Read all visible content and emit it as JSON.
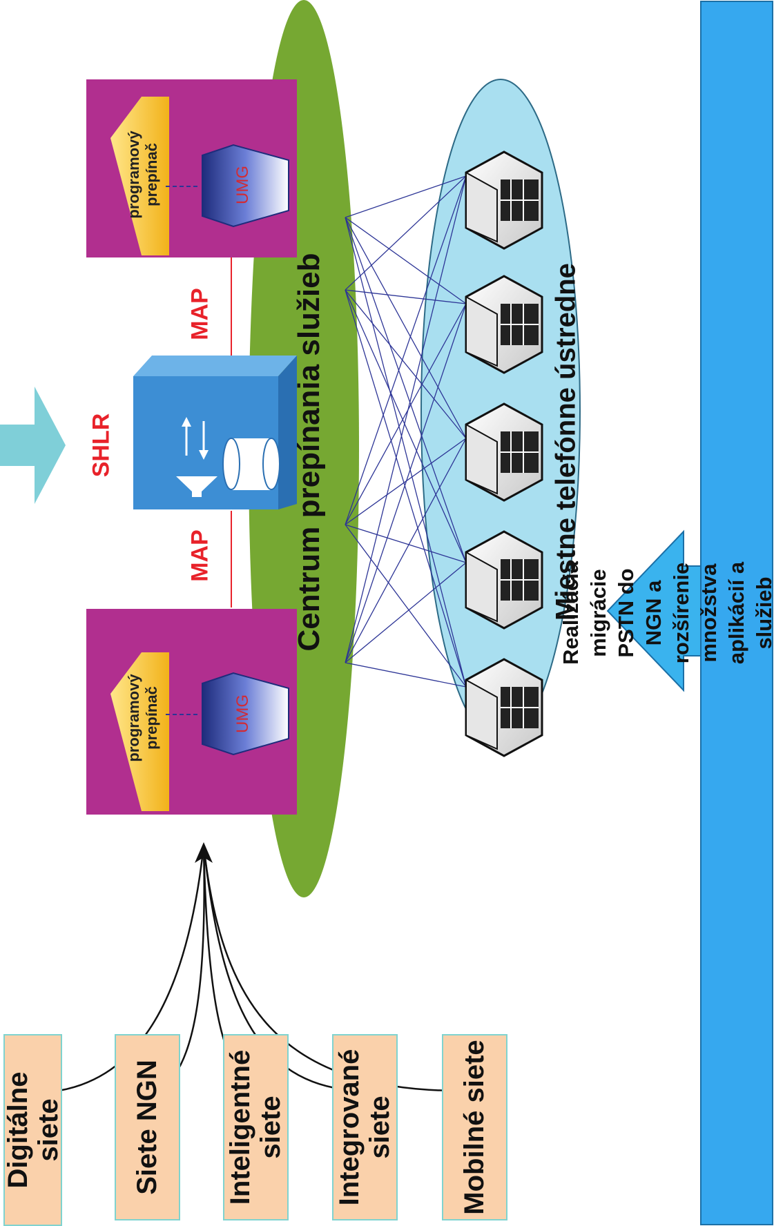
{
  "networks": [
    {
      "id": "digital",
      "label": "Digitálne\nsiete"
    },
    {
      "id": "ngn",
      "label": "Siete NGN"
    },
    {
      "id": "intelligent",
      "label": "Inteligentné\nsiete"
    },
    {
      "id": "integrated",
      "label": "Integrované\nsiete"
    },
    {
      "id": "mobile",
      "label": "Mobilné siete"
    }
  ],
  "switch_label": "programový\nprepínač",
  "umg_label": "UMG",
  "map_label": "MAP",
  "shlr_label": "SHLR",
  "service_center_label": "Centrum prepínania služieb",
  "local_exchanges_label": "Miestne telefónne ústredne",
  "bottom_banner": "Realizácia migrácie PSTN do NGN a rozšírenie množstva aplikácií a služieb spoločnej\nsiete bez zmeny pripojenia používateľov",
  "colors": {
    "network_box": "#fad1ab",
    "network_border": "#7fd3cf",
    "switch_box": "#b12f8f",
    "switch_triangle": "#f2c22d",
    "umg": "#3c4fa8",
    "shlr_box": "#3d8ed4",
    "service_center": "#76a832",
    "local_oval": "#a9dff0",
    "map_text": "#e8222a",
    "banner": "#36a8ef",
    "arrow_light": "#7fcfd8",
    "arrow_blue": "#3ab3ee",
    "links": "#2d3596"
  }
}
